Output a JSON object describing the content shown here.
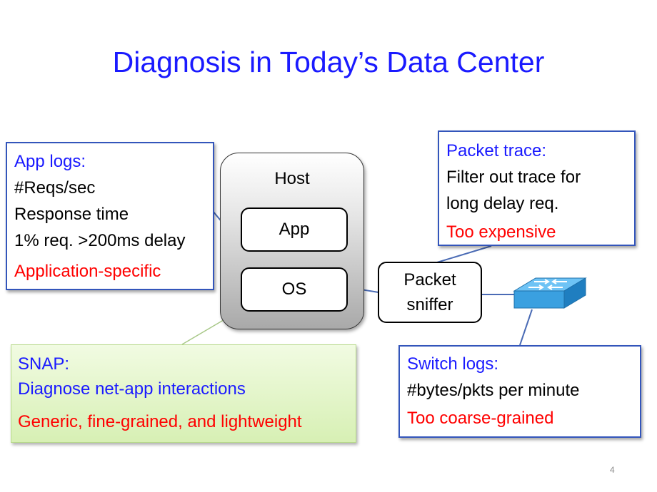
{
  "slide": {
    "title": "Diagnosis in Today’s Data Center",
    "page_number": "4"
  },
  "host": {
    "label": "Host",
    "app_label": "App",
    "os_label": "OS"
  },
  "app_logs": {
    "heading": "App logs:",
    "lines": [
      "#Reqs/sec",
      "Response time",
      "1% req. >200ms delay"
    ],
    "verdict": "Application-specific"
  },
  "packet_trace": {
    "heading": "Packet trace:",
    "lines": [
      "Filter out trace for",
      "long delay req."
    ],
    "verdict": "Too expensive"
  },
  "packet_sniffer": {
    "lines": [
      "Packet",
      "sniffer"
    ]
  },
  "switch_logs": {
    "heading": "Switch logs:",
    "lines": [
      "#bytes/pkts per minute"
    ],
    "verdict": "Too coarse-grained"
  },
  "snap": {
    "heading": "SNAP:",
    "description": "Diagnose net-app interactions",
    "verdict": "Generic, fine-grained, and lightweight"
  },
  "colors": {
    "title": "#1a1aff",
    "heading": "#1a1aff",
    "verdict": "#ff0000",
    "callout_border": "#3355bb",
    "connector": "#4a6bb5",
    "snap_fill": "#d7f0b4",
    "switch_icon": "#3aa0e0"
  },
  "icons": {
    "switch": "network-switch-icon"
  }
}
